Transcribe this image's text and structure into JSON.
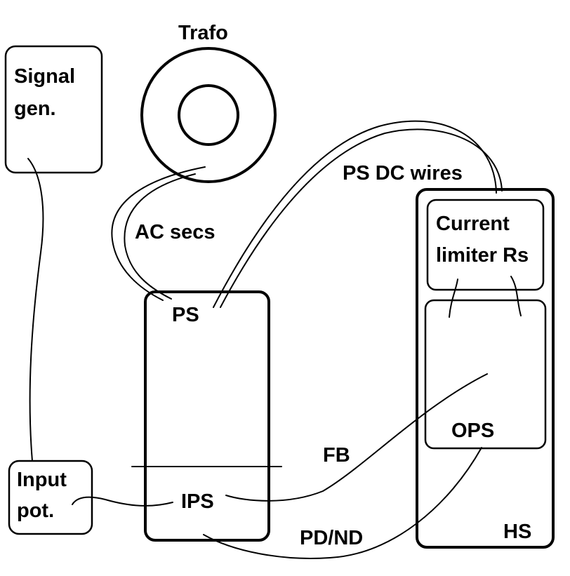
{
  "labels": {
    "trafo": "Trafo",
    "signal_gen_line1": "Signal",
    "signal_gen_line2": "gen.",
    "ac_secs": "AC secs",
    "ps_dc_wires": "PS DC wires",
    "current_limiter_line1": "Current",
    "current_limiter_line2": "limiter Rs",
    "ps": "PS",
    "fb": "FB",
    "ops": "OPS",
    "input_pot_line1": "Input",
    "input_pot_line2": "pot.",
    "ips": "IPS",
    "pd_nd": "PD/ND",
    "hs": "HS"
  },
  "colors": {
    "stroke": "#000000",
    "background": "#ffffff"
  }
}
